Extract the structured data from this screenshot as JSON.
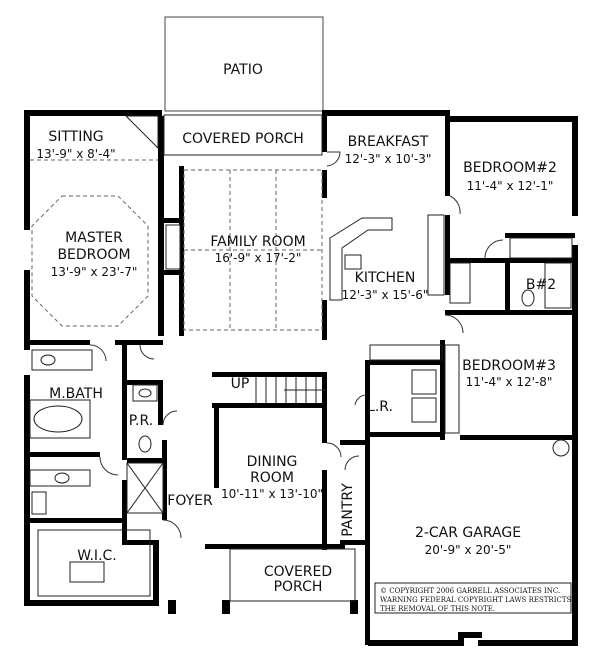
{
  "plan": {
    "rooms": {
      "patio": {
        "name": "PATIO"
      },
      "covered_porch_rear": {
        "name": "COVERED PORCH"
      },
      "sitting": {
        "name": "SITTING",
        "dims": "13'-9\" x 8'-4\""
      },
      "master_bedroom": {
        "name1": "MASTER",
        "name2": "BEDROOM",
        "dims": "13'-9\" x 23'-7\""
      },
      "family_room": {
        "name": "FAMILY ROOM",
        "dims": "16'-9\" x 17'-2\""
      },
      "breakfast": {
        "name": "BREAKFAST",
        "dims": "12'-3\" x 10'-3\""
      },
      "bedroom2": {
        "name": "BEDROOM#2",
        "dims": "11'-4\" x 12'-1\""
      },
      "kitchen": {
        "name": "KITCHEN",
        "dims": "12'-3\" x 15'-6\""
      },
      "bath2": {
        "name": "B#2"
      },
      "bedroom3": {
        "name": "BEDROOM#3",
        "dims": "11'-4\" x 12'-8\""
      },
      "laundry": {
        "name": "L.R."
      },
      "master_bath": {
        "name": "M.BATH"
      },
      "powder_room": {
        "name": "P.R."
      },
      "stair": {
        "name": "UP"
      },
      "dining": {
        "name1": "DINING",
        "name2": "ROOM",
        "dims": "10'-11\" x 13'-10\""
      },
      "foyer": {
        "name": "FOYER"
      },
      "pantry": {
        "name": "PANTRY"
      },
      "garage": {
        "name": "2-CAR GARAGE",
        "dims": "20'-9\" x 20'-5\""
      },
      "wic": {
        "name": "W.I.C."
      },
      "covered_porch_front": {
        "name1": "COVERED",
        "name2": "PORCH"
      }
    },
    "copyright": {
      "line1": "© COPYRIGHT 2006 GARRELL ASSOCIATES INC.",
      "line2": "WARNING FEDERAL COPYRIGHT LAWS RESTRICTS",
      "line3": "THE REMOVAL OF THIS NOTE."
    }
  }
}
